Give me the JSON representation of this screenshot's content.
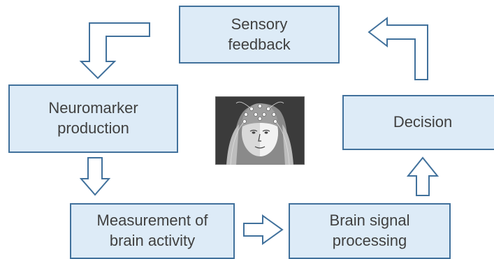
{
  "nodes": {
    "sensory_feedback": "Sensory\nfeedback",
    "neuromarker_production": "Neuromarker\nproduction",
    "decision": "Decision",
    "measurement": "Measurement of\nbrain activity",
    "brain_signal_processing": "Brain signal\nprocessing"
  },
  "center_image": {
    "icon": "eeg-headcap-portrait-icon"
  },
  "colors": {
    "box_fill": "#ddebf7",
    "box_border": "#41719c",
    "text": "#404040",
    "arrow_fill": "#ffffff",
    "arrow_stroke": "#41719c"
  }
}
